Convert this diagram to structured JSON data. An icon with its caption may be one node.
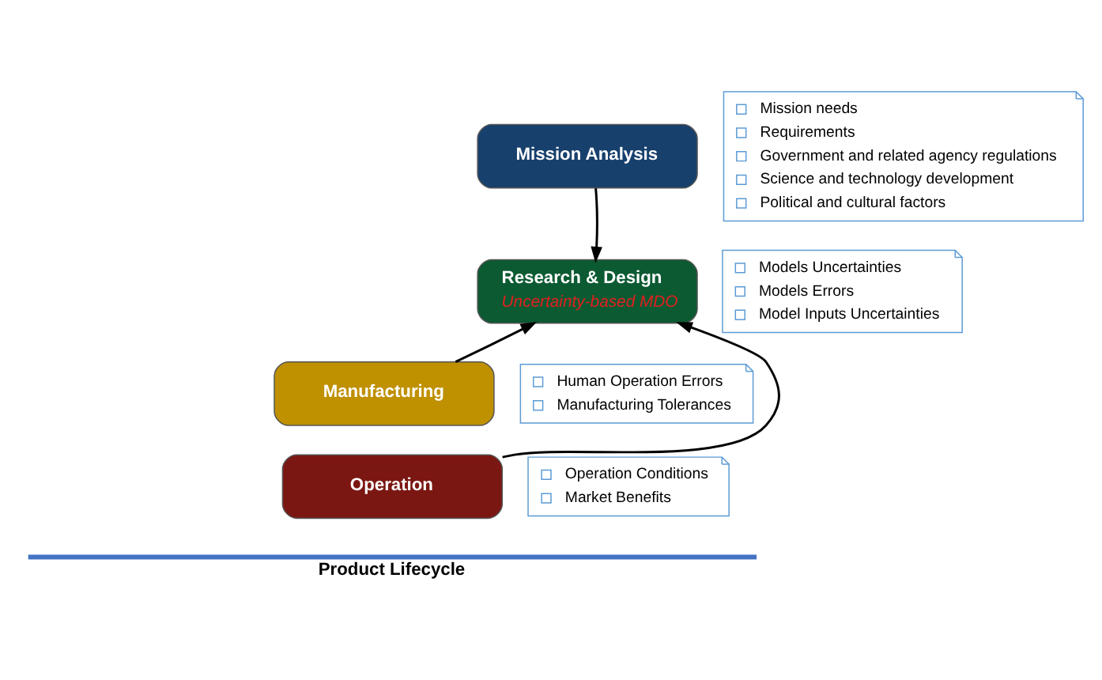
{
  "diagram": {
    "nodes": [
      {
        "text": [
          "Mission Analysis"
        ]
      },
      {
        "text": [
          "Mission needs",
          "Requirements",
          "Government and related agency regulations",
          "Science and technology development",
          "Political and cultural factors"
        ]
      },
      {
        "text": [
          "Research & Design",
          "Uncertainty-based MDO"
        ]
      },
      {
        "text": [
          "Models Uncertainties",
          "Models Errors",
          "Model Inputs Uncertainties"
        ]
      },
      {
        "text": [
          "Manufacturing"
        ]
      },
      {
        "text": [
          "Human Operation Errors",
          "Manufacturing Tolerances"
        ]
      },
      {
        "text": [
          "Operation"
        ]
      },
      {
        "text": [
          "Operation Conditions",
          "Market Benefits"
        ]
      }
    ],
    "edges": [
      {
        "from": 0,
        "to": 2,
        "arrow": "to"
      },
      {
        "from": 4,
        "to": 2,
        "arrow": "to"
      },
      {
        "from": 6,
        "to": 2,
        "arrow": "to"
      }
    ],
    "labels": [
      "Product Lifecycle"
    ]
  }
}
